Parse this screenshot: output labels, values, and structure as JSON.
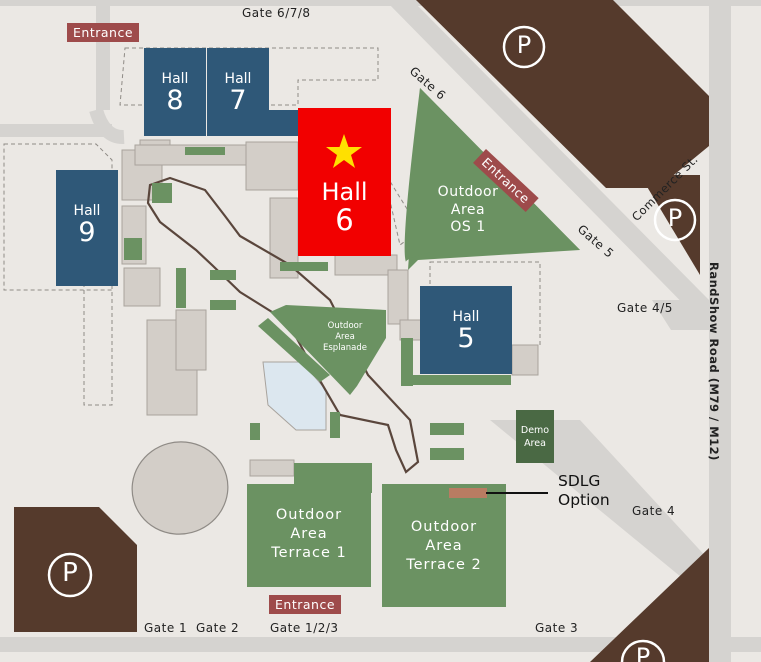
{
  "colors": {
    "background": "#ebe8e4",
    "road": "#d5d3d0",
    "building": "#d3cec8",
    "hall": "#2f5878",
    "featured_hall": "#f20000",
    "star": "#ffe000",
    "outdoor": "#6b9262",
    "demo": "#4a6944",
    "parking": "#553a2c",
    "entrance": "#9e4b4b",
    "water": "#dce7ef",
    "path": "#5a463c",
    "sdlg_marker": "#b97c62"
  },
  "halls": [
    {
      "id": "hall8",
      "title": "Hall",
      "number": "8"
    },
    {
      "id": "hall7",
      "title": "Hall",
      "number": "7"
    },
    {
      "id": "hall6",
      "title": "Hall",
      "number": "6",
      "featured": true,
      "icon": "star-icon"
    },
    {
      "id": "hall9",
      "title": "Hall",
      "number": "9"
    },
    {
      "id": "hall5",
      "title": "Hall",
      "number": "5"
    }
  ],
  "outdoor_areas": {
    "os1": [
      "Outdoor",
      "Area",
      "OS 1"
    ],
    "esplanade": [
      "Outdoor",
      "Area",
      "Esplanade"
    ],
    "terrace1": [
      "Outdoor",
      "Area",
      "Terrace 1"
    ],
    "terrace2": [
      "Outdoor",
      "Area",
      "Terrace 2"
    ],
    "demo": [
      "Demo",
      "Area"
    ]
  },
  "entrances": {
    "top": "Entrance",
    "gate6": "Entrance",
    "bottom": "Entrance"
  },
  "gates": {
    "gate678": "Gate 6/7/8",
    "gate6": "Gate 6",
    "gate5": "Gate 5",
    "gate45": "Gate 4/5",
    "gate4": "Gate 4",
    "gate3": "Gate 3",
    "gate1": "Gate 1",
    "gate2": "Gate 2",
    "gate123": "Gate 1/2/3"
  },
  "roads": {
    "commerce": "Commerce St.",
    "randshow": "RandShow Road (M79 / M12)"
  },
  "parking_symbol": "P",
  "sdlg": {
    "line1": "SDLG",
    "line2": "Option"
  }
}
